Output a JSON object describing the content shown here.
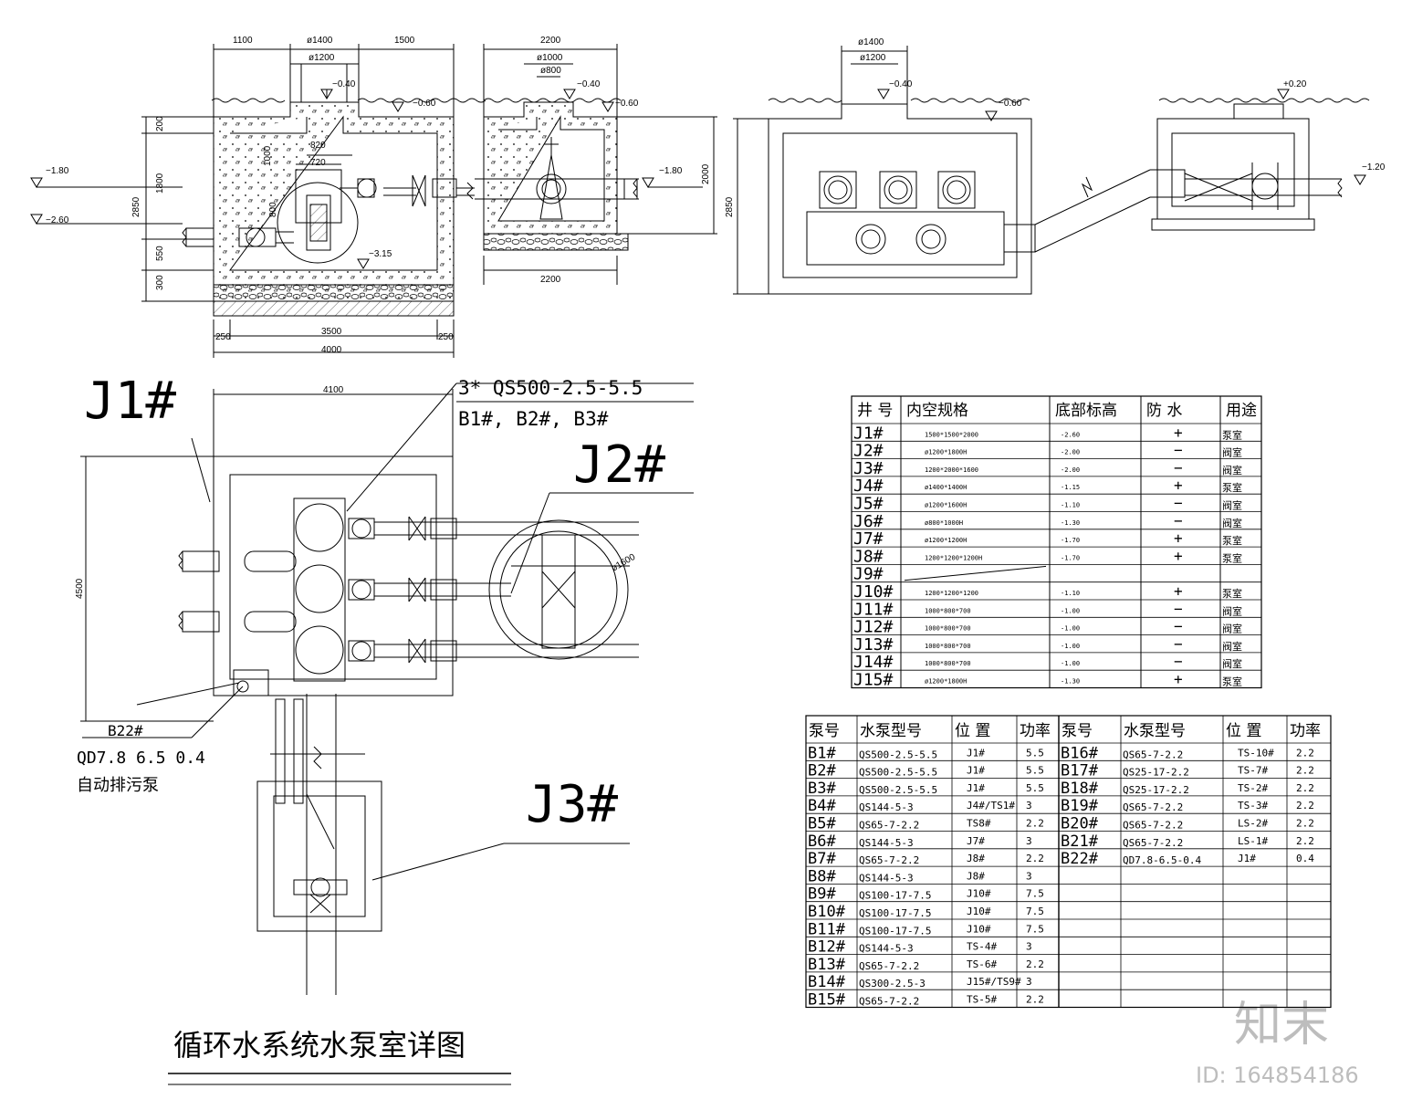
{
  "title": "循环水系统水泵室详图",
  "watermark": {
    "text": "知末",
    "id": "ID: 164854186"
  },
  "section_dims": {
    "top_left": [
      "1100",
      "ø1400",
      "1500"
    ],
    "top_inner": "ø1200",
    "top_right": "2200",
    "top_right_d1": "ø1000",
    "top_right_d2": "ø800",
    "level_m040": "−0.40",
    "level_m060": "−0.60",
    "level_m060b": "−0.60",
    "level_m180": "−1.80",
    "level_m260": "−2.60",
    "level_m315": "−3.15",
    "level_m180r": "−1.80",
    "d820": "820",
    "d720": "720",
    "d1000": "1000",
    "d800": "800",
    "v200": "200",
    "v1800": "1800",
    "v550": "550",
    "v300": "300",
    "v2850": "2850",
    "v2000": "2000",
    "b250a": "250",
    "b3500": "3500",
    "b250b": "250",
    "b4000": "4000",
    "b2200": "2200"
  },
  "elev_dims": {
    "d1400": "ø1400",
    "d1200": "ø1200",
    "lv040": "−0.40",
    "lv060": "−0.60",
    "lv020": "+0.20",
    "lv120": "−1.20",
    "h2850": "2850"
  },
  "plan": {
    "j1": "J1#",
    "j2": "J2#",
    "j3": "J3#",
    "pump_spec": "3*  QS500-2.5-5.5",
    "pump_ids": "B1#,   B2#,   B3#",
    "w4100": "4100",
    "h4500": "4500",
    "d1600": "ø1600",
    "b22": "B22#",
    "b22_spec": "QD7.8 6.5 0.4",
    "b22_desc": "自动排污泵"
  },
  "well_table": {
    "headers": [
      "井 号",
      "内空规格",
      "底部标高",
      "防  水",
      "用途"
    ],
    "rows": [
      [
        "J1#",
        "1500*1500*2000",
        "-2.60",
        "+",
        "泵室"
      ],
      [
        "J2#",
        "ø1200*1800H",
        "-2.00",
        "−",
        "阀室"
      ],
      [
        "J3#",
        "1200*2000*1600",
        "-2.00",
        "−",
        "阀室"
      ],
      [
        "J4#",
        "ø1400*1400H",
        "-1.15",
        "+",
        "泵室"
      ],
      [
        "J5#",
        "ø1200*1600H",
        "-1.10",
        "−",
        "阀室"
      ],
      [
        "J6#",
        "ø800*1000H",
        "-1.30",
        "−",
        "阀室"
      ],
      [
        "J7#",
        "ø1200*1200H",
        "-1.70",
        "+",
        "泵室"
      ],
      [
        "J8#",
        "1200*1200*1200H",
        "-1.70",
        "+",
        "泵室"
      ],
      [
        "J9#",
        "",
        "",
        "",
        ""
      ],
      [
        "J10#",
        "1200*1200*1200",
        "-1.10",
        "+",
        "泵室"
      ],
      [
        "J11#",
        "1000*800*700",
        "-1.00",
        "−",
        "阀室"
      ],
      [
        "J12#",
        "1000*800*700",
        "-1.00",
        "−",
        "阀室"
      ],
      [
        "J13#",
        "1000*800*700",
        "-1.00",
        "−",
        "阀室"
      ],
      [
        "J14#",
        "1000*800*700",
        "-1.00",
        "−",
        "阀室"
      ],
      [
        "J15#",
        "ø1200*1800H",
        "-1.30",
        "+",
        "泵室"
      ]
    ]
  },
  "pump_table": {
    "headers": [
      "泵号",
      "水泵型号",
      "位 置",
      "功率",
      "泵号",
      "水泵型号",
      "位 置",
      "功率"
    ],
    "left": [
      [
        "B1#",
        "QS500-2.5-5.5",
        "J1#",
        "5.5"
      ],
      [
        "B2#",
        "QS500-2.5-5.5",
        "J1#",
        "5.5"
      ],
      [
        "B3#",
        "QS500-2.5-5.5",
        "J1#",
        "5.5"
      ],
      [
        "B4#",
        "QS144-5-3",
        "J4#/TS1#",
        "3"
      ],
      [
        "B5#",
        "QS65-7-2.2",
        "TS8#",
        "2.2"
      ],
      [
        "B6#",
        "QS144-5-3",
        "J7#",
        "3"
      ],
      [
        "B7#",
        "QS65-7-2.2",
        "J8#",
        "2.2"
      ],
      [
        "B8#",
        "QS144-5-3",
        "J8#",
        "3"
      ],
      [
        "B9#",
        "QS100-17-7.5",
        "J10#",
        "7.5"
      ],
      [
        "B10#",
        "QS100-17-7.5",
        "J10#",
        "7.5"
      ],
      [
        "B11#",
        "QS100-17-7.5",
        "J10#",
        "7.5"
      ],
      [
        "B12#",
        "QS144-5-3",
        "TS-4#",
        "3"
      ],
      [
        "B13#",
        "QS65-7-2.2",
        "TS-6#",
        "2.2"
      ],
      [
        "B14#",
        "QS300-2.5-3",
        "J15#/TS9#",
        "3"
      ],
      [
        "B15#",
        "QS65-7-2.2",
        "TS-5#",
        "2.2"
      ]
    ],
    "right": [
      [
        "B16#",
        "QS65-7-2.2",
        "TS-10#",
        "2.2"
      ],
      [
        "B17#",
        "QS25-17-2.2",
        "TS-7#",
        "2.2"
      ],
      [
        "B18#",
        "QS25-17-2.2",
        "TS-2#",
        "2.2"
      ],
      [
        "B19#",
        "QS65-7-2.2",
        "TS-3#",
        "2.2"
      ],
      [
        "B20#",
        "QS65-7-2.2",
        "LS-2#",
        "2.2"
      ],
      [
        "B21#",
        "QS65-7-2.2",
        "LS-1#",
        "2.2"
      ],
      [
        "B22#",
        "QD7.8-6.5-0.4",
        "J1#",
        "0.4"
      ],
      [
        "",
        "",
        "",
        ""
      ],
      [
        "",
        "",
        "",
        ""
      ],
      [
        "",
        "",
        "",
        ""
      ],
      [
        "",
        "",
        "",
        ""
      ],
      [
        "",
        "",
        "",
        ""
      ],
      [
        "",
        "",
        "",
        ""
      ],
      [
        "",
        "",
        "",
        ""
      ],
      [
        "",
        "",
        "",
        ""
      ]
    ]
  }
}
